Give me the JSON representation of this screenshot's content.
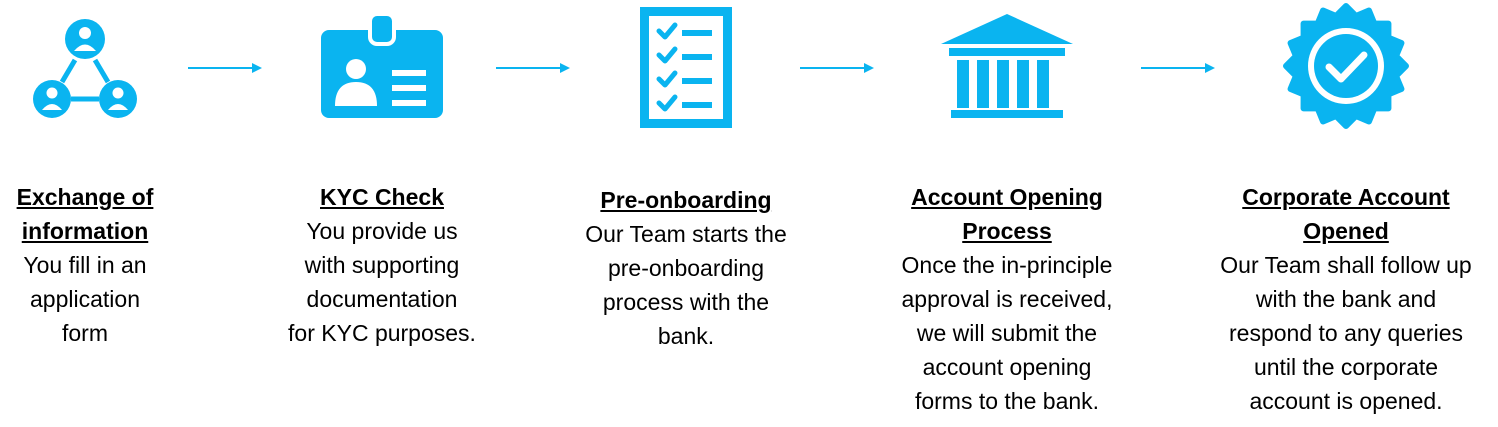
{
  "accent_color": "#0AB4F0",
  "steps": [
    {
      "icon": "people-network-icon",
      "title": "Exchange of\ninformation",
      "body": "You fill in an\napplication\nform"
    },
    {
      "icon": "id-badge-icon",
      "title": "KYC Check",
      "body": "You provide us\nwith  supporting\ndocumentation\nfor KYC purposes."
    },
    {
      "icon": "checklist-icon",
      "title": "Pre-onboarding",
      "body": "Our Team starts the\npre-onboarding\nprocess with the\nbank."
    },
    {
      "icon": "bank-building-icon",
      "title": "Account Opening\nProcess",
      "body": "Once the in-principle\napproval is received,\nwe will submit the\naccount opening\nforms to the bank."
    },
    {
      "icon": "verified-badge-icon",
      "title": "Corporate Account\nOpened",
      "body": "Our Team shall follow up\nwith the bank and\nrespond to any queries\nuntil the corporate\naccount is opened."
    }
  ]
}
